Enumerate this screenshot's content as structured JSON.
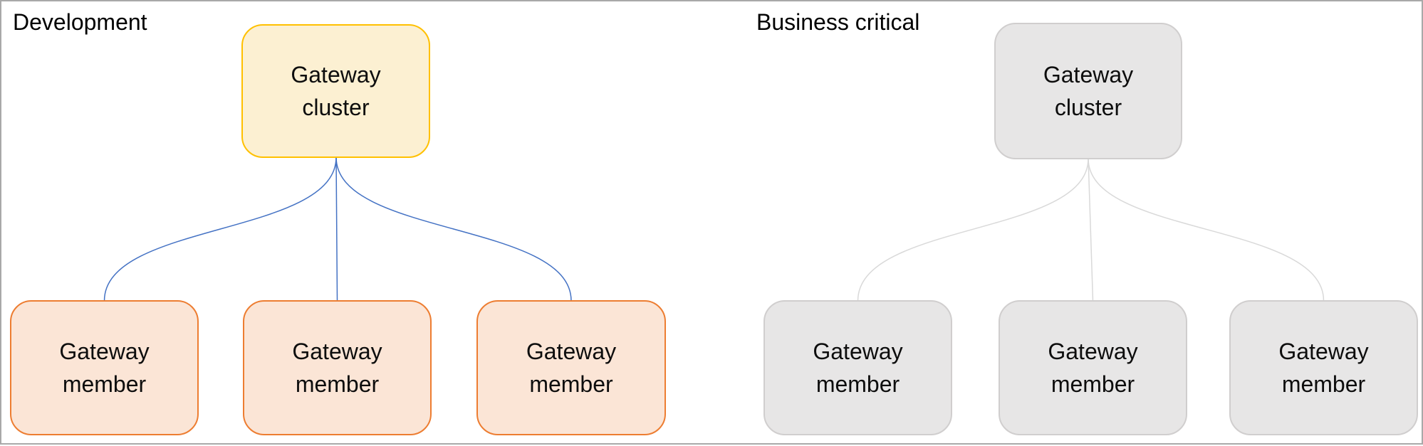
{
  "canvas": {
    "border_color": "#a9a9a9",
    "background": "#ffffff"
  },
  "diagram": {
    "left": {
      "title": "Development",
      "cluster_label": "Gateway cluster",
      "members": [
        "Gateway member",
        "Gateway member",
        "Gateway member"
      ],
      "colors": {
        "cluster_fill": "#fcf0d2",
        "cluster_border": "#ffc000",
        "member_fill": "#fbe5d6",
        "member_border": "#ed7d31",
        "connector": "#4472c4"
      }
    },
    "right": {
      "title": "Business critical",
      "cluster_label": "Gateway cluster",
      "members": [
        "Gateway member",
        "Gateway member",
        "Gateway member"
      ],
      "colors": {
        "cluster_fill": "#e7e6e6",
        "cluster_border": "#d0cece",
        "member_fill": "#e7e6e6",
        "member_border": "#d0cece",
        "connector": "#d9d9d9"
      }
    }
  }
}
